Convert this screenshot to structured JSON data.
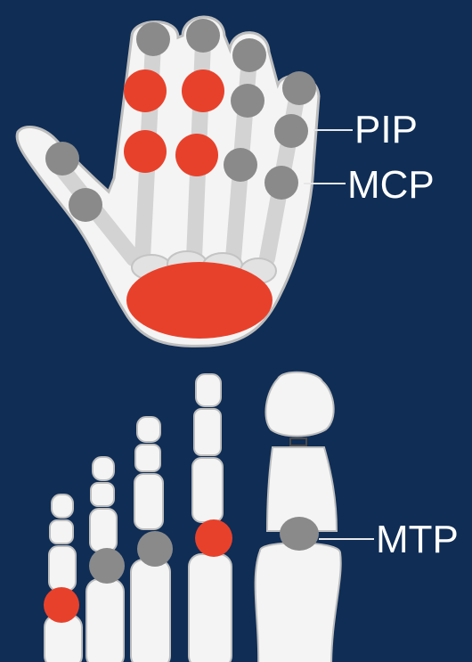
{
  "colors": {
    "background": "#0f2d55",
    "bone_fill": "#f4f4f4",
    "bone_shade": "#d6d6d6",
    "bone_outline": "#bdbdbd",
    "affected_joint": "#e8412b",
    "unaffected_joint": "#8a8a8a",
    "label_text": "#ffffff"
  },
  "labels": {
    "pip": "PIP",
    "mcp": "MCP",
    "mtp": "MTP"
  },
  "hand": {
    "joints": [
      {
        "name": "thumb-ip",
        "affected": false
      },
      {
        "name": "thumb-mcp",
        "affected": false
      },
      {
        "name": "index-dip",
        "affected": false
      },
      {
        "name": "index-pip",
        "affected": true
      },
      {
        "name": "index-mcp",
        "affected": true
      },
      {
        "name": "middle-dip",
        "affected": false
      },
      {
        "name": "middle-pip",
        "affected": true
      },
      {
        "name": "middle-mcp",
        "affected": true
      },
      {
        "name": "ring-dip",
        "affected": false
      },
      {
        "name": "ring-pip",
        "affected": false
      },
      {
        "name": "ring-mcp",
        "affected": false
      },
      {
        "name": "little-dip",
        "affected": false
      },
      {
        "name": "little-pip",
        "affected": false
      },
      {
        "name": "little-mcp",
        "affected": false
      },
      {
        "name": "wrist",
        "affected": true
      }
    ]
  },
  "foot": {
    "joints": [
      {
        "name": "toe5-mtp",
        "affected": true
      },
      {
        "name": "toe4-mtp",
        "affected": false
      },
      {
        "name": "toe3-mtp",
        "affected": false
      },
      {
        "name": "toe2-mtp",
        "affected": true
      },
      {
        "name": "hallux-mtp",
        "affected": false
      }
    ]
  }
}
